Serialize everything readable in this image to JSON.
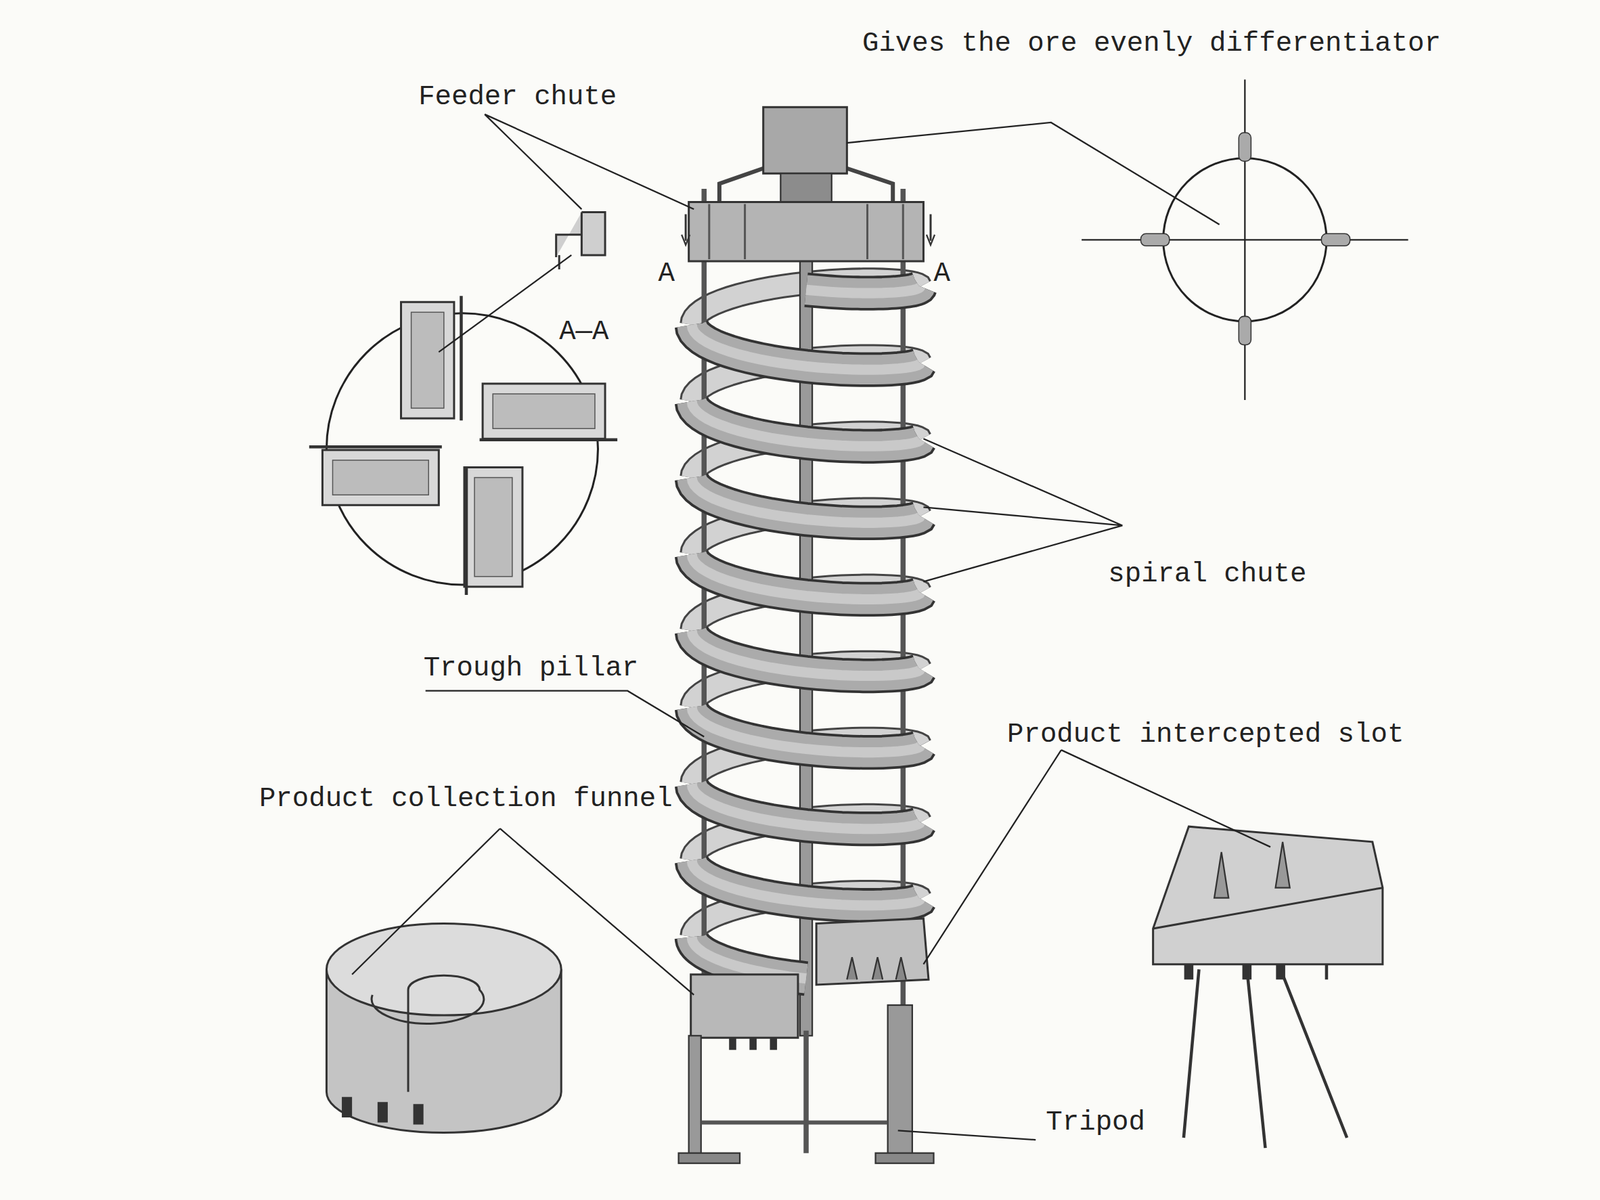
{
  "diagram": {
    "labels": [
      "Gives the ore evenly differentiator",
      "Feeder chute",
      "A",
      "A",
      "A—A",
      "spiral chute",
      "Trough pillar",
      "Product intercepted slot",
      "Product collection funnel",
      "Tripod"
    ]
  }
}
